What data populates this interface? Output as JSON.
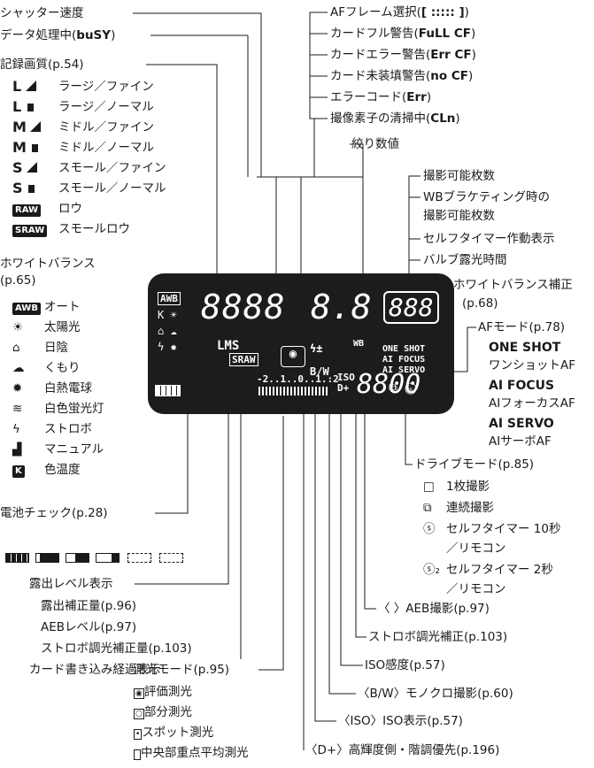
{
  "top_left": {
    "shutter": "シャッター速度",
    "busy": "データ処理中(",
    "busy_code": "buSY",
    "busy_close": ")"
  },
  "quality": {
    "title": "記録画質(p.54)",
    "items": [
      {
        "size": "L",
        "label": "ラージ／ファイン"
      },
      {
        "size": "L",
        "label": "ラージ／ノーマル"
      },
      {
        "size": "M",
        "label": "ミドル／ファイン"
      },
      {
        "size": "M",
        "label": "ミドル／ノーマル"
      },
      {
        "size": "S",
        "label": "スモール／ファイン"
      },
      {
        "size": "S",
        "label": "スモール／ノーマル"
      },
      {
        "size": "RAW",
        "label": "ロウ"
      },
      {
        "size": "SRAW",
        "label": "スモールロウ"
      }
    ]
  },
  "wb": {
    "title": "ホワイトバランス",
    "page": "(p.65)",
    "items": [
      {
        "icon": "AWB",
        "label": "オート"
      },
      {
        "icon": "☀",
        "label": "太陽光"
      },
      {
        "icon": "⌂",
        "label": "日陰"
      },
      {
        "icon": "☁",
        "label": "くもり"
      },
      {
        "icon": "✹",
        "label": "白熱電球"
      },
      {
        "icon": "≋",
        "label": "白色蛍光灯"
      },
      {
        "icon": "ϟ",
        "label": "ストロボ"
      },
      {
        "icon": "▟",
        "label": "マニュアル"
      },
      {
        "icon": "K",
        "label": "色温度"
      }
    ]
  },
  "battery": {
    "title": "電池チェック(p.28)"
  },
  "exposure": {
    "title": "露出レベル表示",
    "items": [
      "露出補正量(p.96)",
      "AEBレベル(p.97)",
      "ストロボ調光補正量(p.103)"
    ],
    "card_write": "カード書き込み経過表示"
  },
  "metering": {
    "title": "測光モード(p.95)",
    "items": [
      "評価測光",
      "部分測光",
      "スポット測光",
      "中央部重点平均測光"
    ]
  },
  "af_frame": {
    "title": "AFフレーム選択(",
    "title_code": "[ ::::: ]",
    "title_close": ")",
    "items": [
      {
        "label": "カードフル警告(",
        "code": "FuLL CF"
      },
      {
        "label": "カードエラー警告(",
        "code": "Err CF"
      },
      {
        "label": "カード未装填警告(",
        "code": "no CF"
      },
      {
        "label": "エラーコード(",
        "code": "Err"
      },
      {
        "label": "撮像素子の清掃中(",
        "code": "CLn"
      }
    ]
  },
  "aperture": "絞り数値",
  "shots": {
    "items": [
      "撮影可能枚数",
      "WBブラケティング時の",
      "撮影可能枚数",
      "セルフタイマー作動表示",
      "バルブ露光時間"
    ]
  },
  "wb_comp": {
    "title": "ホワイトバランス補正",
    "page": "(p.68)"
  },
  "af_mode": {
    "title": "AFモード(p.78)",
    "items": [
      {
        "name": "ONE SHOT",
        "desc": "ワンショットAF"
      },
      {
        "name": "AI FOCUS",
        "desc": "AIフォーカスAF"
      },
      {
        "name": "AI SERVO",
        "desc": "AIサーボAF"
      }
    ]
  },
  "drive": {
    "title": "ドライブモード(p.85)",
    "items": [
      {
        "icon": "□",
        "label": "1枚撮影"
      },
      {
        "icon": "⧉",
        "label": "連続撮影"
      },
      {
        "icon": "ⓢ",
        "label": "セルフタイマー 10秒",
        "sub": "／リモコン"
      },
      {
        "icon": "ⓢ₂",
        "label": "セルフタイマー 2秒",
        "sub": "／リモコン"
      }
    ]
  },
  "bottom_right": {
    "aeb": "〈 〉AEB撮影(p.97)",
    "flash": "ストロボ調光補正(p.103)",
    "iso": "ISO感度(p.57)",
    "bw": "〈B/W〉モノクロ撮影(p.60)",
    "iso_disp": "〈ISO〉ISO表示(p.57)",
    "dplus": "〈D+〉高輝度側・階調優先(p.196)"
  },
  "lcd": {
    "awb": "AWB",
    "shutter_digits": "8888",
    "aperture_digits": "8.8",
    "shots_digits": "888",
    "lms": "LMS",
    "sraw": "SRAW",
    "wb_pm": "WB",
    "bw": "B/W",
    "iso": "ISO",
    "dplus": "D+",
    "iso_digits": "8800",
    "af1": "ONE SHOT",
    "af2": "AI FOCUS",
    "af3": "AI SERVO",
    "scale": "-2..1..0..1.:2"
  }
}
